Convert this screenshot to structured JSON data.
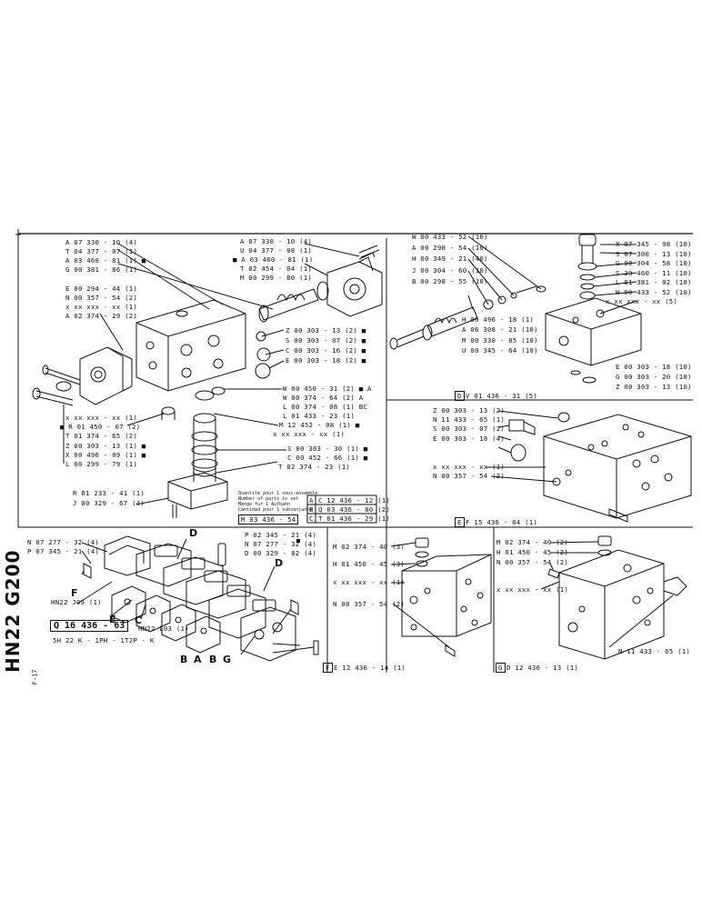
{
  "sheet_code": "HN22 G200",
  "side_marks": {
    "vertical_small": "F-17"
  },
  "callouts_main_assembly_top": [
    "A 07 330 - 10 (4)",
    "T 04 377 - 07 (1)",
    "A 03 460 - 81 (1) ■",
    "G 00 381 - 86 (1)",
    "E 00 294 - 44 (1)",
    "N 00 357 - 54 (2)",
    "x xx xxx - xx (1)",
    "A 02 374 - 29 (2)"
  ],
  "callouts_main_assembly_right": [
    "A 07 330 - 10 (4)",
    "U 04 377 - 08 (1)",
    "■ A 03 460 - 81 (1)",
    "T 02 454 - 04 (1)",
    "M 00 299 - 80 (1)"
  ],
  "callouts_main_assembly_mid": [
    "Z 00 303 - 13 (2) ■",
    "S 00 303 - 07 (2) ■",
    "C 00 303 - 16 (2) ■",
    "E 00 303 - 18 (2) ■"
  ],
  "callouts_main_assembly_lower_right": [
    "W 00 450 - 31 (2) ■ A",
    "W 00 374 - 64 (2)  A",
    "L 00 374 - 08 (1)  BC",
    "L 01 433 - 23 (1)",
    "M 12 452 - 08 (1) ■",
    "x xx xxx - xx (1)",
    "S 00 303 - 30 (1) ■",
    "C 00 452 - 66 (1) ■",
    "T 02 374 - 23 (1)"
  ],
  "callouts_main_assembly_left": [
    "x xx xxx - xx (1)",
    "■ R 01 450 - 07 (2)",
    "T 01 374 - 65 (2)",
    "Z 00 303 - 13 (1) ■",
    "X 00 496 - 09 (1) ■",
    "L 00 299 - 79 (1)"
  ],
  "callouts_main_assembly_bottom": [
    "R 01 233 - 41 (1)",
    "J 00 329 - 67 (4)"
  ],
  "legend_note": [
    "Quantité pour 1 sous-ensemble",
    "Number of parts in set",
    "Menge fur 1 Aufbahn",
    "Cantidad pour 1 subconjunto"
  ],
  "legend_rows": [
    {
      "letter": "A",
      "ref": "C 12 436 - 12 (1)"
    },
    {
      "letter": "B",
      "ref": "Q 03 436 - 80 (2)"
    },
    {
      "letter": "C",
      "ref": "T 01 436 - 29 (1)"
    }
  ],
  "legend_extra": "M 03 436 - 54",
  "panel_d": {
    "callouts_left": [
      "W 00 433 - 52 (10)",
      "A 00 298 - 54 (10)",
      "H 00 349 - 21 (40)",
      "J 00 304 - 60 (10)",
      "B 00 298 - 55 (10)"
    ],
    "callouts_bottom": [
      "H 00 496 - 18 (1)",
      "A 06 308 - 21 (10)",
      "M 00 330 - 85 (10)",
      "U 00 345 - 64 (10)"
    ],
    "callouts_right": [
      "X 07 345 - 98 (10)",
      "S 07 300 - 13 (10)",
      "G 00 304 - 58 (10)",
      "S 39 460 - 11 (10)",
      "L 01 381 - 02 (10)",
      "W 00 433 - 52 (10)",
      "x xx xxx - xx (5)"
    ],
    "callouts_right_bottom": [
      "E 00 303 - 18 (10)",
      "G 00 303 - 20 (10)",
      "Z 00 303 - 13 (10)"
    ],
    "caption_letter": "D",
    "caption": "V 01 436 - 31 (5)"
  },
  "panel_e": {
    "callouts": [
      "Z 00 303 - 13 (2)",
      "N 11 433 - 65 (1)",
      "S 00 303 - 07 (2)",
      "E 00 303 - 18 (4)",
      "x xx xxx - xx (1)",
      "N 00 357 - 54 (2)"
    ],
    "caption_letter": "E",
    "caption": "F 15 436 - 04 (1)"
  },
  "panel_bank": {
    "callouts_left": [
      "N 07 277 - 32 (4)",
      "P 07 345 - 21 (4)"
    ],
    "callouts_right": [
      "P 02 345 - 21 (4)",
      "N 07 277 - 32 (4)",
      "D 00 329 - 82 (4)"
    ],
    "tag_j09": "HN22 J09 (1)",
    "tag_l03": "HN22 L03 (1)",
    "ref_box": "Q 16 436 - 63",
    "ref_sub": "5H 22 K - 1PH - 1T2P - K",
    "letters": {
      "d1": "D",
      "d2": "D",
      "f": "F",
      "e": "E",
      "c": "C",
      "b1": "B",
      "a": "A",
      "b2": "B",
      "g": "G"
    }
  },
  "panel_f": {
    "callouts": [
      "M 02 374 - 40 (3)",
      "H 01 450 - 45 (3)",
      "x xx xxx - xx (1)",
      "N 00 357 - 54 (2)"
    ],
    "caption_letter": "F",
    "caption": "E 12 436 - 14 (1)"
  },
  "panel_g": {
    "callouts": [
      "M 02 374 - 40 (2)",
      "H 01 450 - 45 (2)",
      "N 00 357 - 54 (2)",
      "x xx xxx - xx (1)",
      "N 11 433 - 65 (1)"
    ],
    "caption_letter": "G",
    "caption": "D 12 436 - 13 (1)"
  }
}
